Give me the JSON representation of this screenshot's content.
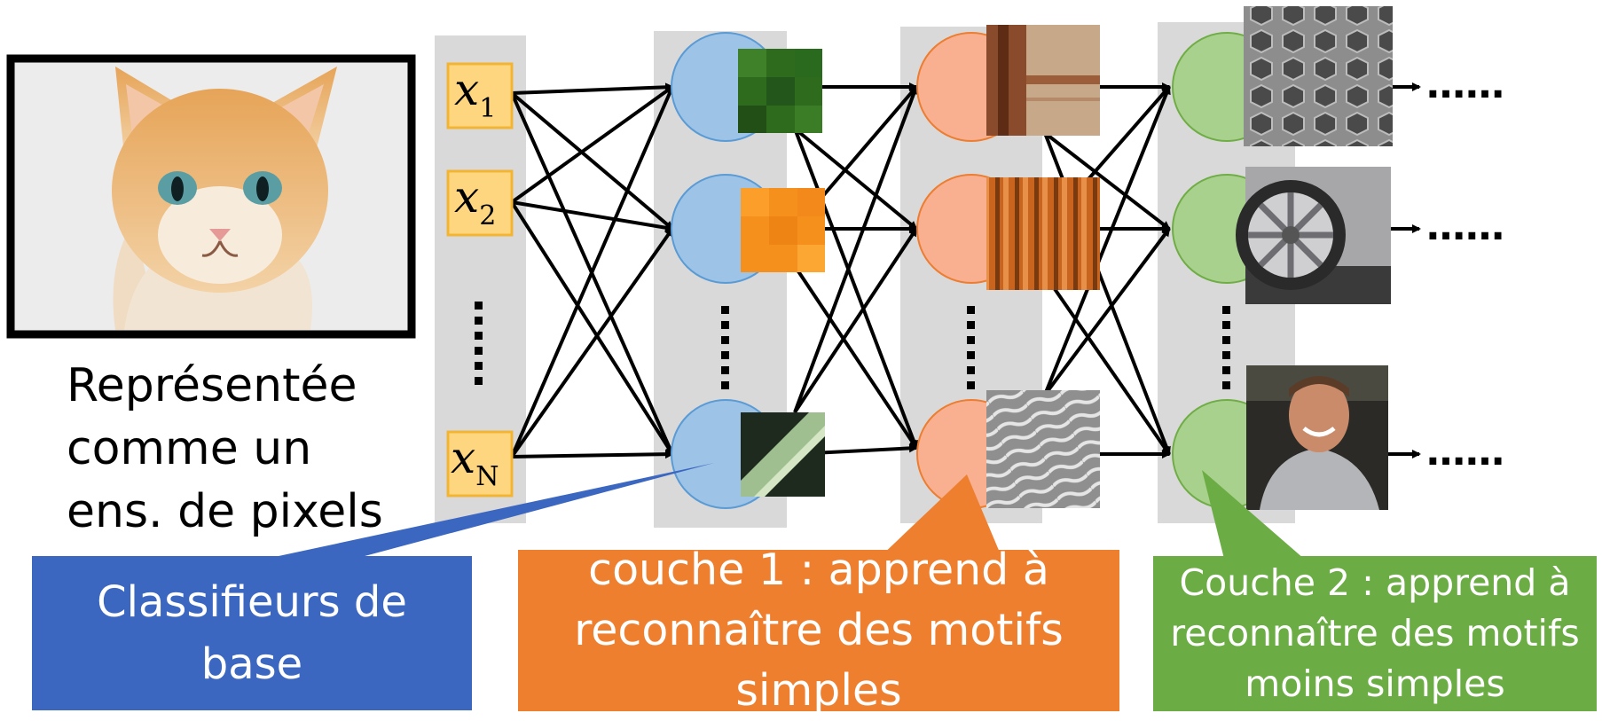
{
  "image_caption": {
    "lines": [
      "Représentée",
      "comme un",
      "ens. de pixels"
    ]
  },
  "inputs": [
    {
      "var": "x",
      "sub": "1"
    },
    {
      "var": "x",
      "sub": "2"
    },
    {
      "var": "x",
      "sub": "N"
    }
  ],
  "continuation": "……",
  "callouts": {
    "base": "Classifieurs de base",
    "layer1": "couche 1 : apprend à reconnaître des motifs simples",
    "layer2": "Couche 2 : apprend à reconnaître des motifs moins simples"
  },
  "colors": {
    "input_fill": "#fdd67f",
    "input_stroke": "#f2b533",
    "base_node": "#9dc3e6",
    "base_node_stroke": "#5b9bd5",
    "layer1_node": "#f8b090",
    "layer1_node_stroke": "#ed7d31",
    "layer2_node": "#a9d18e",
    "layer2_node_stroke": "#70ad47",
    "callout_blue": "#3b67c1",
    "callout_orange": "#ee7f2f",
    "callout_green": "#6cac44",
    "column_bg": "#d9d9d9"
  }
}
